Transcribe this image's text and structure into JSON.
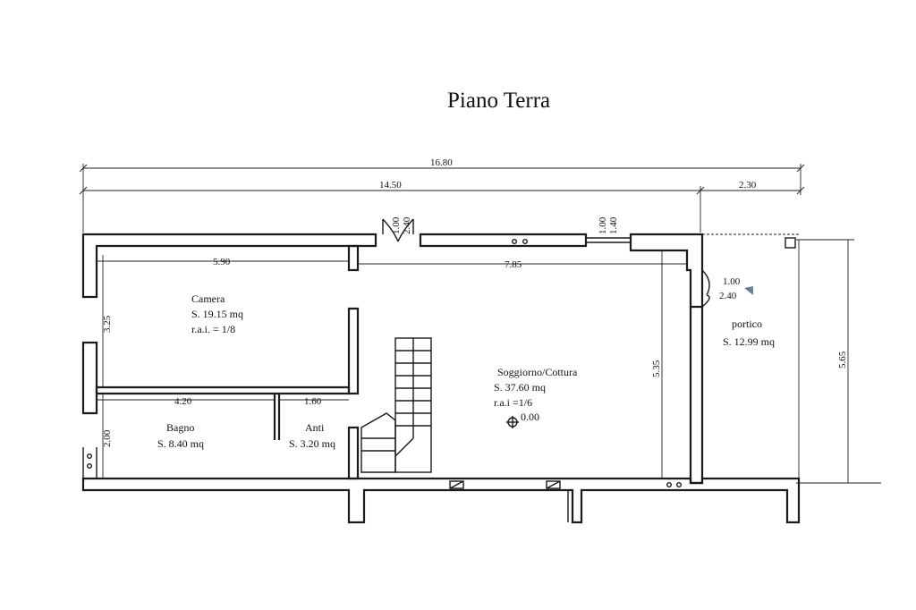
{
  "title": "Piano Terra",
  "dimensions": {
    "total_width": "16.80",
    "inner_width": "14.50",
    "portico_width": "2.30",
    "left_top": "5.90",
    "right_top": "7.85",
    "bagno_width": "4.20",
    "anti_width": "1.60",
    "left_height_top": "3.25",
    "left_height_bottom": "2.00",
    "soggiorno_height": "5.35",
    "portico_height": "5.65",
    "win1_w": "1.00",
    "win1_h": "2.40",
    "win2_w": "1.00",
    "win2_h": "1.40",
    "door_w": "1.00",
    "door_h": "2.40"
  },
  "rooms": {
    "camera": {
      "name": "Camera",
      "area": "S. 19.15 mq",
      "rai": "r.a.i. = 1/8"
    },
    "bagno": {
      "name": "Bagno",
      "area": "S. 8.40 mq"
    },
    "anti": {
      "name": "Anti",
      "area": "S. 3.20 mq"
    },
    "soggiorno": {
      "name": "Soggiorno/Cottura",
      "area": "S. 37.60 mq",
      "rai": "r.a.i =1/6"
    },
    "portico": {
      "name": "portico",
      "area": "S. 12.99 mq"
    }
  },
  "level_mark": "0.00"
}
